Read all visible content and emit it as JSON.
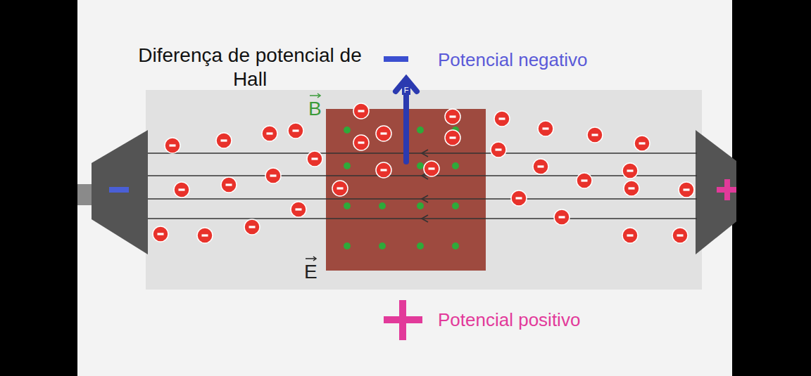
{
  "diagram": {
    "labels": [
      "Diferença de potencial de Hall",
      "Potencial negativo",
      "B",
      "F",
      "E",
      "Potencial positivo"
    ]
  }
}
